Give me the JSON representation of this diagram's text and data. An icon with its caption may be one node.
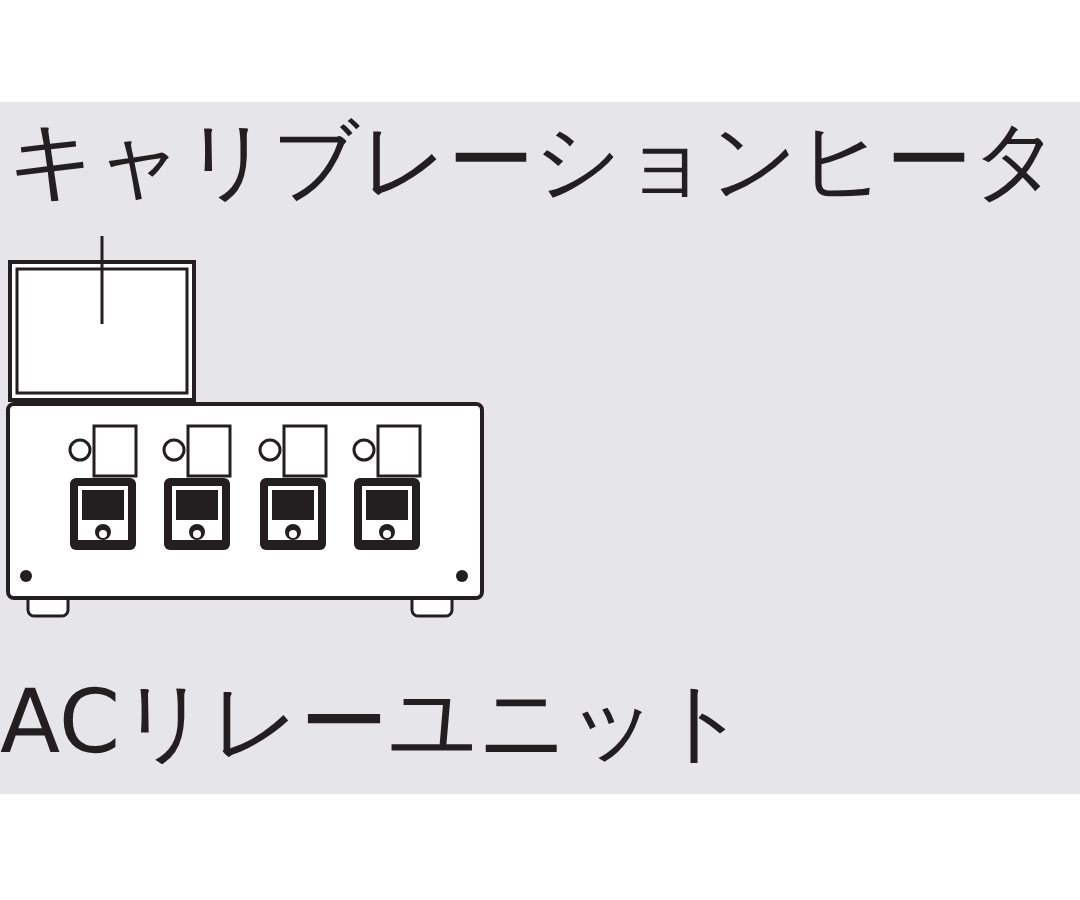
{
  "diagram": {
    "nodes": [
      {
        "text": [
          "キャリブレーションヒータ"
        ]
      },
      {
        "text": [],
        "shape": "box"
      },
      {
        "text": [
          "ACリレーユニット"
        ]
      }
    ],
    "edges": [
      {
        "from": 0,
        "to": 1,
        "arrow": "none"
      }
    ]
  }
}
